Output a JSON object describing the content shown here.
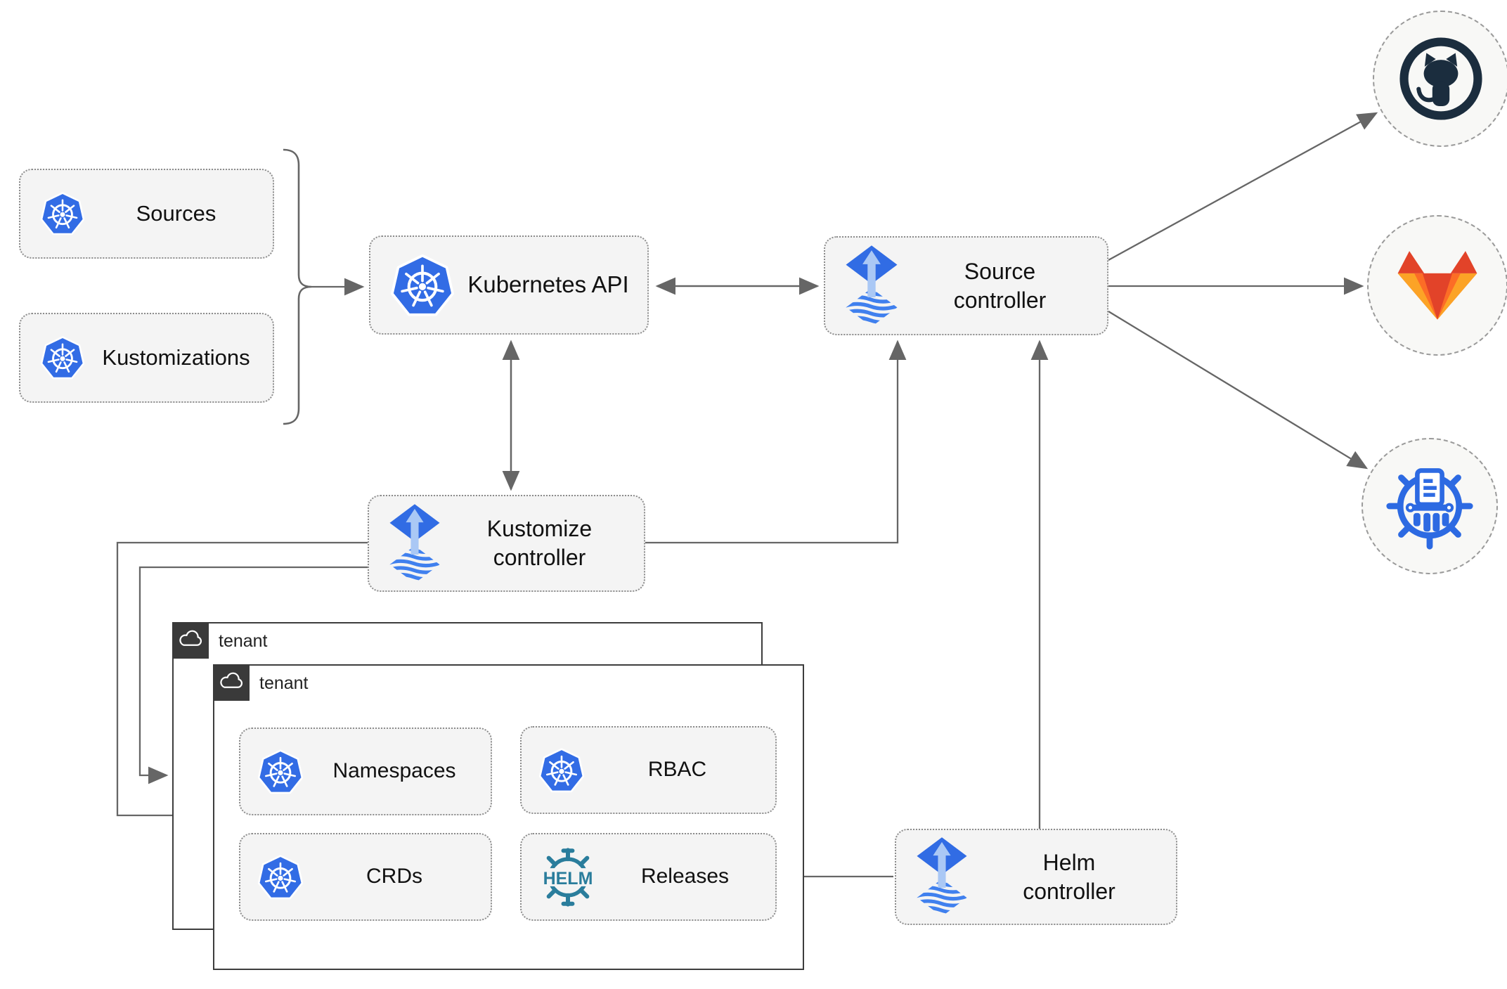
{
  "diagram": {
    "nodes": {
      "sources": {
        "label": "Sources",
        "icon": "kubernetes-icon"
      },
      "kustomizations": {
        "label": "Kustomizations",
        "icon": "kubernetes-icon"
      },
      "kubernetes_api": {
        "label": "Kubernetes API",
        "icon": "kubernetes-icon"
      },
      "source_controller": {
        "label": "Source controller",
        "icon": "flux-icon"
      },
      "kustomize_controller": {
        "label": "Kustomize controller",
        "icon": "flux-icon"
      },
      "helm_controller": {
        "label": "Helm controller",
        "icon": "flux-icon"
      },
      "namespaces": {
        "label": "Namespaces",
        "icon": "kubernetes-icon"
      },
      "rbac": {
        "label": "RBAC",
        "icon": "kubernetes-icon"
      },
      "crds": {
        "label": "CRDs",
        "icon": "kubernetes-icon"
      },
      "releases": {
        "label": "Releases",
        "icon": "helm-icon"
      }
    },
    "tenants": [
      {
        "label": "tenant",
        "icon": "cloud-icon"
      },
      {
        "label": "tenant",
        "icon": "cloud-icon"
      }
    ],
    "helm_logo_text": "HELM",
    "endpoints": [
      {
        "name": "github",
        "icon": "github-icon"
      },
      {
        "name": "gitlab",
        "icon": "gitlab-icon"
      },
      {
        "name": "helm-repository",
        "icon": "helm-repository-icon"
      }
    ],
    "colors": {
      "kubernetes_blue": "#326ce5",
      "flux_blue": "#316ce4",
      "flux_arrow_light": "#aac8f5",
      "flux_wave_blue": "#4080ee",
      "helm_teal": "#2a7d9c",
      "github_dark": "#1b2d3e",
      "gitlab_red": "#e24329",
      "gitlab_orange": "#fc6d26",
      "gitlab_amber": "#fca326",
      "repository_blue": "#2d6ae2",
      "connector_gray": "#666666",
      "node_fill": "#f4f4f4",
      "node_border": "#8c8c8c",
      "tenant_border": "#3d3d3d",
      "tenant_tag_bg": "#3a3a3a"
    }
  }
}
